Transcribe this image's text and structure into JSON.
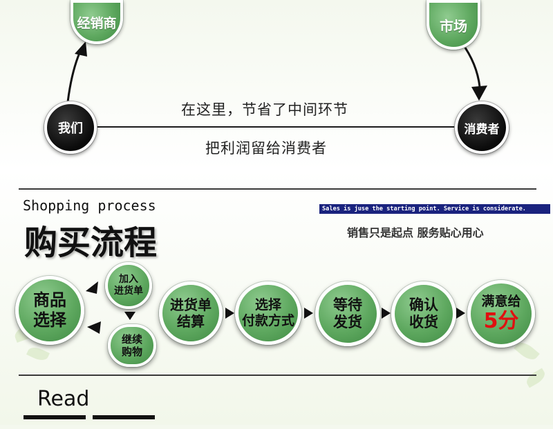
{
  "top": {
    "left_node": "我们",
    "top_left_node": "经销商",
    "top_right_node": "市场",
    "right_node": "消费者",
    "line1": "在这里，节省了中间环节",
    "line2": "把利润留给消费者"
  },
  "process": {
    "eng_title": "Shopping process",
    "cn_title": "购买流程",
    "slogan_en": "Sales is juse the starting point. Service is considerate.",
    "slogan_cn": "销售只是起点 服务贴心用心",
    "start": "商品\n选择",
    "branch_top": "加入\n进货单",
    "branch_bottom": "继续\n购物",
    "steps": [
      "进货单\n结算",
      "选择\n付款方式",
      "等待\n发货",
      "确认\n收货"
    ],
    "final_line1": "满意给",
    "final_score": "5分"
  },
  "footer": {
    "read_label": "Read"
  },
  "colors": {
    "node_green": "#5ea85f",
    "score_red": "#e01010",
    "slogan_bar": "#1a237e"
  }
}
